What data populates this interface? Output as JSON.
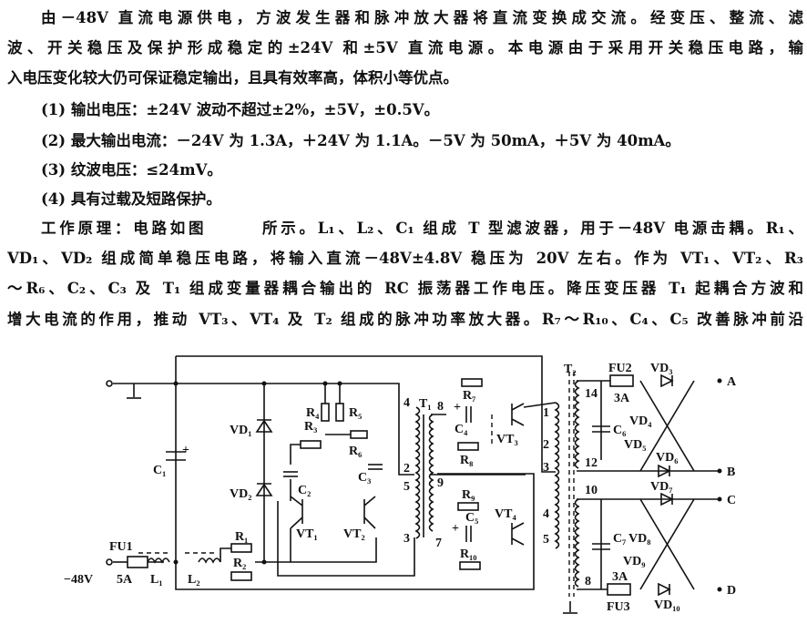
{
  "paragraphs": {
    "intro": [
      "由－48V 直流电源供电，方波发生器和脉冲放大器将直流变换成交流。经变压、整流、滤",
      "波、开关稳压及保护形成稳定的±24V 和±5V 直流电源。本电源由于采用开关稳压电路，输",
      "入电压变化较大仍可保证稳定输出，且具有效率高，体积小等优点。"
    ],
    "specs": [
      "(1) 输出电压：±24V 波动不超过±2%，±5V，±0.5V。",
      "(2) 最大输出电流：－24V 为 1.3A，＋24V 为 1.1A。－5V 为 50mA，＋5V 为 40mA。",
      "(3) 纹波电压：≤24mV。",
      "(4) 具有过载及短路保护。"
    ],
    "principle": [
      "工作原理：电路如图　　　所示。L₁、L₂、C₁ 组成 T 型滤波器，用于－48V 电源击耦。R₁、",
      "VD₁、VD₂ 组成简单稳压电路，将输入直流－48V±4.8V 稳压为 20V 左右。作为 VT₁、VT₂、R₃",
      "～R₆、C₂、C₃ 及 T₁ 组成变量器耦合输出的 RC 振荡器工作电压。降压变压器 T₁ 起耦合方波和",
      "增大电流的作用，推动 VT₃、VT₄ 及 T₂ 组成的脉冲功率放大器。R₇～R₁₀、C₄、C₅ 改善脉冲前沿"
    ]
  },
  "diagram": {
    "input_voltage": "−48V",
    "fu1": "FU1",
    "fu1_rating": "5A",
    "l1": "L₁",
    "l2": "L₂",
    "c1": "C₁",
    "plus": "+",
    "vd1": "VD₁",
    "vd2": "VD₂",
    "r1": "R₁",
    "r2": "R₂",
    "r3": "R₃",
    "r4": "R₄",
    "r5": "R₅",
    "r6": "R₆",
    "c2": "C₂",
    "c3": "C₃",
    "vt1": "VT₁",
    "vt2": "VT₂",
    "t1": "T₁",
    "t1_pins": [
      "4",
      "2",
      "5",
      "3",
      "8",
      "9",
      "7"
    ],
    "r7": "R₇",
    "r8": "R₈",
    "r9": "R₉",
    "r10": "R₁₀",
    "c4": "C₄",
    "c5": "C₅",
    "vt3": "VT₃",
    "vt4": "VT₄",
    "t2": "T₂",
    "t2_pins": [
      "1",
      "2",
      "3",
      "4",
      "5",
      "14",
      "12",
      "10",
      "8"
    ],
    "fu2": "FU2",
    "fu2_rating": "3A",
    "fu3": "FU3",
    "fu3_rating": "3A",
    "c6": "C₆",
    "c7": "C₇",
    "vd3": "VD₃",
    "vd4": "VD₄",
    "vd5": "VD₅",
    "vd6": "VD₆",
    "vd7": "VD₇",
    "vd8": "VD₈",
    "vd9": "VD₉",
    "vd10": "VD₁₀",
    "outputs": [
      "A",
      "B",
      "C",
      "D"
    ]
  }
}
